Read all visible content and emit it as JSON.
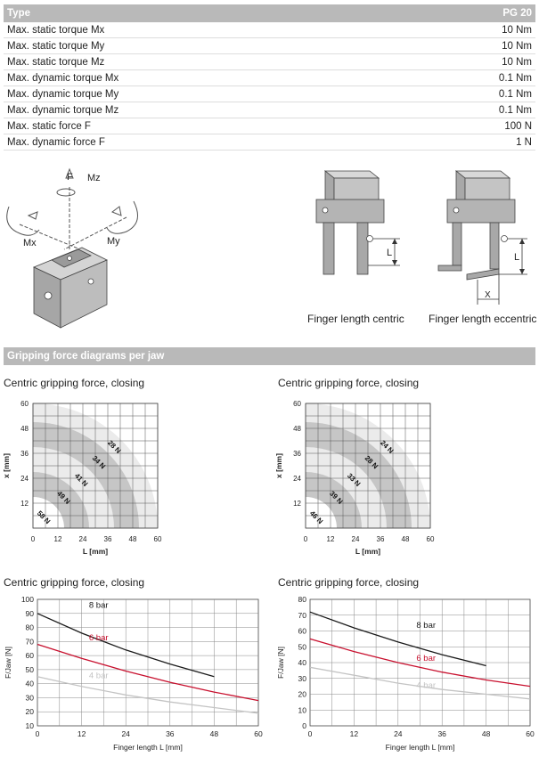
{
  "spec_table": {
    "header": {
      "label": "Type",
      "value": "PG 20"
    },
    "rows": [
      {
        "label": "Max. static torque Mx",
        "value": "10 Nm"
      },
      {
        "label": "Max. static torque My",
        "value": "10 Nm"
      },
      {
        "label": "Max. static torque Mz",
        "value": "10 Nm"
      },
      {
        "label": "Max. dynamic torque Mx",
        "value": "0.1 Nm"
      },
      {
        "label": "Max. dynamic torque My",
        "value": "0.1 Nm"
      },
      {
        "label": "Max. dynamic torque Mz",
        "value": "0.1 Nm"
      },
      {
        "label": "Max. static force F",
        "value": "100 N"
      },
      {
        "label": "Max. dynamic force F",
        "value": "1 N"
      }
    ]
  },
  "illustrations": {
    "axes": {
      "f": "F",
      "mz": "Mz",
      "mx": "Mx",
      "my": "My"
    },
    "finger_label": "L",
    "offset_label": "X",
    "centric_caption": "Finger length centric",
    "eccentric_caption": "Finger length eccentric"
  },
  "section_title": "Gripping force diagrams per jaw",
  "chart_data": [
    {
      "type": "area",
      "title": "Centric gripping force, closing",
      "xlabel": "L [mm]",
      "ylabel": "x [mm]",
      "xlim": [
        0,
        60
      ],
      "ylim": [
        0,
        60
      ],
      "ticks": [
        0,
        12,
        24,
        36,
        48,
        60
      ],
      "grid": true,
      "bands": [
        {
          "label": "58 N",
          "radius": 15,
          "color": "#ffffff"
        },
        {
          "label": "49 N",
          "radius": 27,
          "color": "#c6c6c6"
        },
        {
          "label": "41 N",
          "radius": 39,
          "color": "#ebebeb"
        },
        {
          "label": "34 N",
          "radius": 51,
          "color": "#c6c6c6"
        },
        {
          "label": "28 N",
          "radius": 60,
          "color": "#ebebeb"
        }
      ]
    },
    {
      "type": "area",
      "title": "Centric gripping force, closing",
      "xlabel": "L [mm]",
      "ylabel": "x [mm]",
      "xlim": [
        0,
        60
      ],
      "ylim": [
        0,
        60
      ],
      "ticks": [
        0,
        12,
        24,
        36,
        48,
        60
      ],
      "grid": true,
      "bands": [
        {
          "label": "46 N",
          "radius": 15,
          "color": "#ffffff"
        },
        {
          "label": "39 N",
          "radius": 27,
          "color": "#c6c6c6"
        },
        {
          "label": "33 N",
          "radius": 39,
          "color": "#ebebeb"
        },
        {
          "label": "28 N",
          "radius": 51,
          "color": "#c6c6c6"
        },
        {
          "label": "24 N",
          "radius": 60,
          "color": "#ebebeb"
        }
      ]
    },
    {
      "type": "line",
      "title": "Centric gripping force, closing",
      "xlabel": "Finger length L [mm]",
      "ylabel": "F/Jaw [N]",
      "xlim": [
        0,
        60
      ],
      "ylim": [
        10,
        100
      ],
      "xticks": [
        0,
        12,
        24,
        36,
        48,
        60
      ],
      "yticks": [
        10,
        20,
        30,
        40,
        50,
        60,
        70,
        80,
        90,
        100
      ],
      "grid": true,
      "series": [
        {
          "name": "8 bar",
          "color": "#1a1a1a",
          "x": [
            0,
            12,
            24,
            36,
            48
          ],
          "y": [
            90,
            76,
            64,
            54,
            45
          ],
          "label_at": [
            14,
            94
          ]
        },
        {
          "name": "6 bar",
          "color": "#c8102e",
          "x": [
            0,
            12,
            24,
            36,
            48,
            60
          ],
          "y": [
            68,
            58,
            49,
            41,
            34,
            28
          ],
          "label_at": [
            14,
            71
          ]
        },
        {
          "name": "4 bar",
          "color": "#c4c4c4",
          "x": [
            0,
            12,
            24,
            36,
            48,
            60
          ],
          "y": [
            45,
            38,
            32,
            27,
            23,
            19
          ],
          "label_at": [
            14,
            44
          ]
        }
      ]
    },
    {
      "type": "line",
      "title": "Centric gripping force, closing",
      "xlabel": "Finger length L [mm]",
      "ylabel": "F/Jaw [N]",
      "xlim": [
        0,
        60
      ],
      "ylim": [
        0,
        80
      ],
      "xticks": [
        0,
        12,
        24,
        36,
        48,
        60
      ],
      "yticks": [
        0,
        10,
        20,
        30,
        40,
        50,
        60,
        70,
        80
      ],
      "grid": true,
      "series": [
        {
          "name": "8 bar",
          "color": "#1a1a1a",
          "x": [
            0,
            12,
            24,
            36,
            48
          ],
          "y": [
            72,
            62,
            53,
            45,
            38
          ],
          "label_at": [
            29,
            62
          ]
        },
        {
          "name": "6 bar",
          "color": "#c8102e",
          "x": [
            0,
            12,
            24,
            36,
            48,
            60
          ],
          "y": [
            55,
            47,
            40,
            34,
            29,
            25
          ],
          "label_at": [
            29,
            41
          ]
        },
        {
          "name": "4 bar",
          "color": "#c4c4c4",
          "x": [
            0,
            12,
            24,
            36,
            48,
            60
          ],
          "y": [
            37,
            32,
            27,
            23,
            20,
            17
          ],
          "label_at": [
            29,
            24
          ]
        }
      ]
    }
  ]
}
